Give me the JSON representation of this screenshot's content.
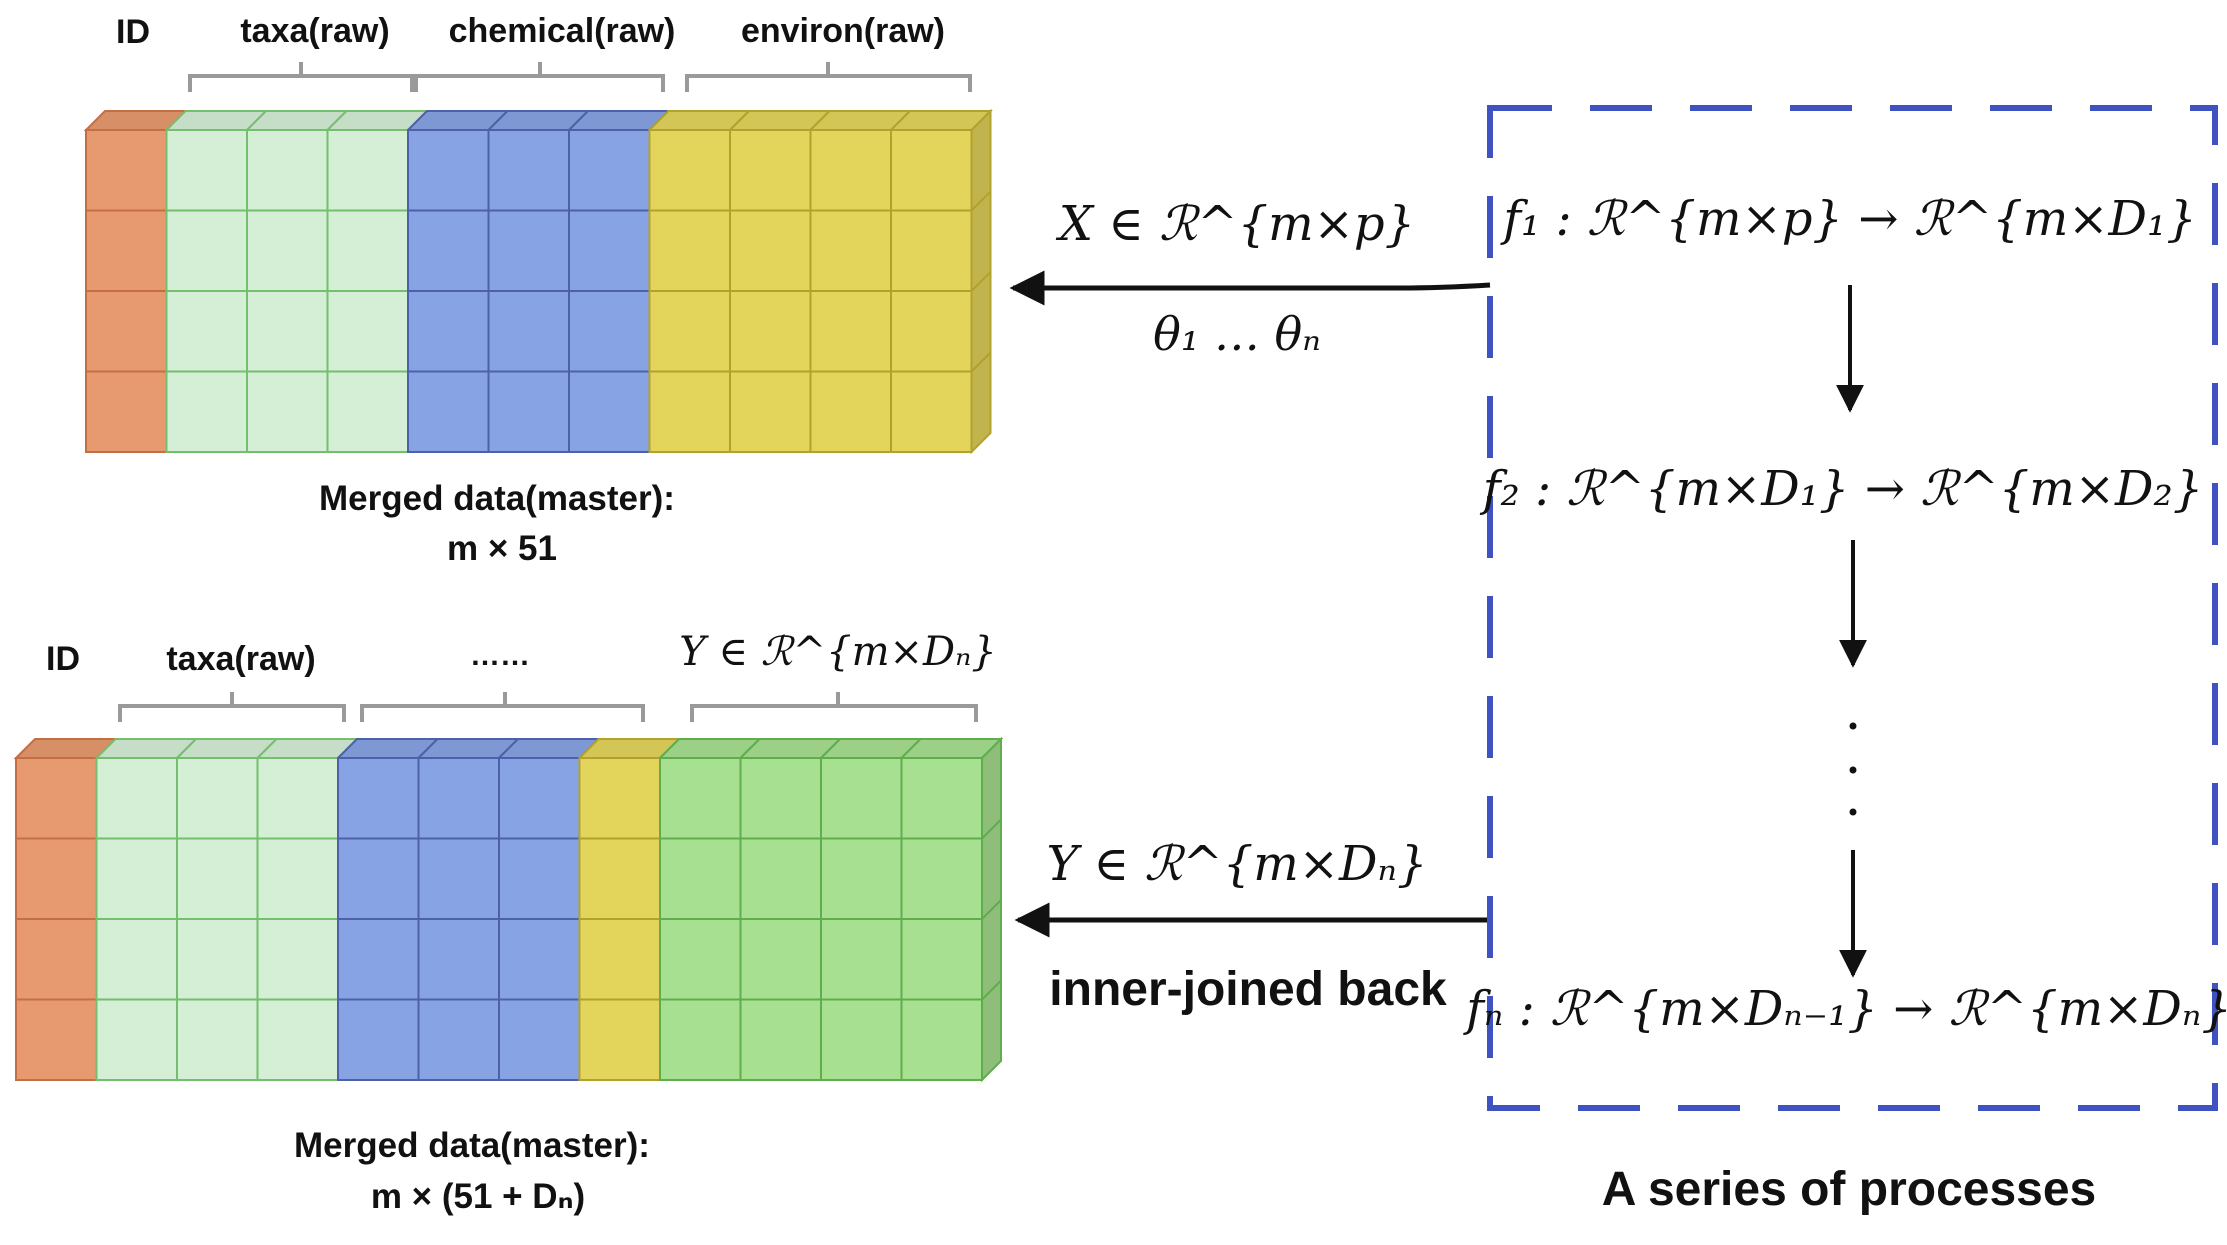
{
  "colors": {
    "id": "#e79a6f",
    "id_grid": "#c46e44",
    "taxa": "#d5eed6",
    "taxa_grid": "#74bf6d",
    "chemical": "#87a3e3",
    "chemical_grid": "#4d60a8",
    "environ": "#e3d45c",
    "environ_grid": "#b2a22c",
    "result": "#a8e091",
    "result_grid": "#5eae4d",
    "dashed_box": "#3f52c2",
    "bracket": "#9a9a9a",
    "arrow": "#111111"
  },
  "top_block": {
    "id_label": "ID",
    "group_labels": [
      "taxa(raw)",
      "chemical(raw)",
      "environ(raw)"
    ],
    "caption_line1": "Merged data(master):",
    "caption_line2": "m × 51"
  },
  "bottom_block": {
    "id_label": "ID",
    "group_labels": [
      "taxa(raw)",
      "……",
      "Y ∈ ℛ^{m×Dₙ}"
    ],
    "caption_line1": "Merged data(master):",
    "caption_line2": "m × (51 + Dₙ)"
  },
  "top_arrow": {
    "label_above": "X ∈ ℛ^{m×p}",
    "label_below": "θ₁ … θₙ"
  },
  "bottom_arrow": {
    "label_above": "Y ∈ ℛ^{m×Dₙ}",
    "label_below": "inner-joined back"
  },
  "process_box": {
    "steps": [
      "f₁ : ℛ^{m×p} → ℛ^{m×D₁}",
      "f₂ : ℛ^{m×D₁} → ℛ^{m×D₂}",
      "fₙ : ℛ^{m×Dₙ₋₁} → ℛ^{m×Dₙ}"
    ],
    "ellipsis": "·\n·\n·",
    "caption": "A series of processes"
  }
}
